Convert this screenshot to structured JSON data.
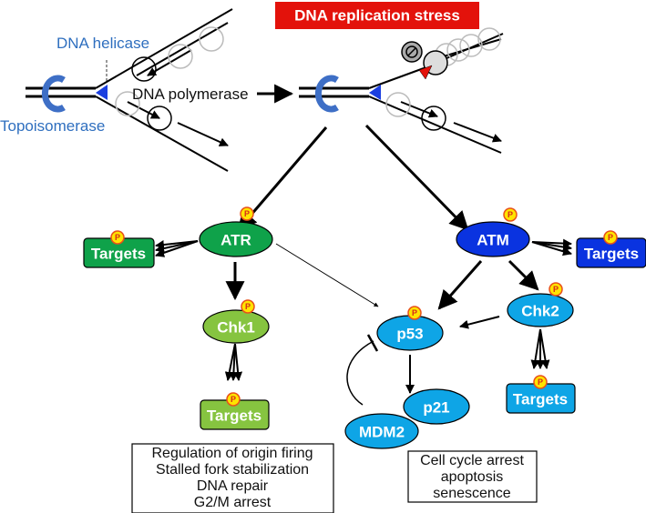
{
  "title": "DNA replication stress",
  "labels": {
    "helicase": "DNA helicase",
    "topoisomerase": "Topoisomerase",
    "polymerase": "DNA polymerase"
  },
  "phospho_label": "P",
  "nodes": {
    "atr": "ATR",
    "atm": "ATM",
    "chk1": "Chk1",
    "chk2": "Chk2",
    "p53": "p53",
    "p21": "p21",
    "mdm2": "MDM2",
    "atr_targets": "Targets",
    "atm_targets": "Targets",
    "chk1_targets": "Targets",
    "chk2_targets": "Targets"
  },
  "outcomes": {
    "atr_chk1": [
      "Regulation of origin firing",
      "Stalled fork stabilization",
      "DNA repair",
      "G2/M arrest"
    ],
    "atm_p53": [
      "Cell cycle arrest",
      "apoptosis",
      "senescence"
    ]
  },
  "colors": {
    "stress_red": "#e3120b",
    "atr_green": "#0fa24a",
    "chk1_green": "#86c440",
    "atm_blue": "#0a33e0",
    "cyan": "#0ea5e6",
    "helicase_blue": "#1b3fe0",
    "topo_blue": "#3e6fc6",
    "phospho_yellow": "#ffe400",
    "phospho_border": "#e8501a"
  }
}
